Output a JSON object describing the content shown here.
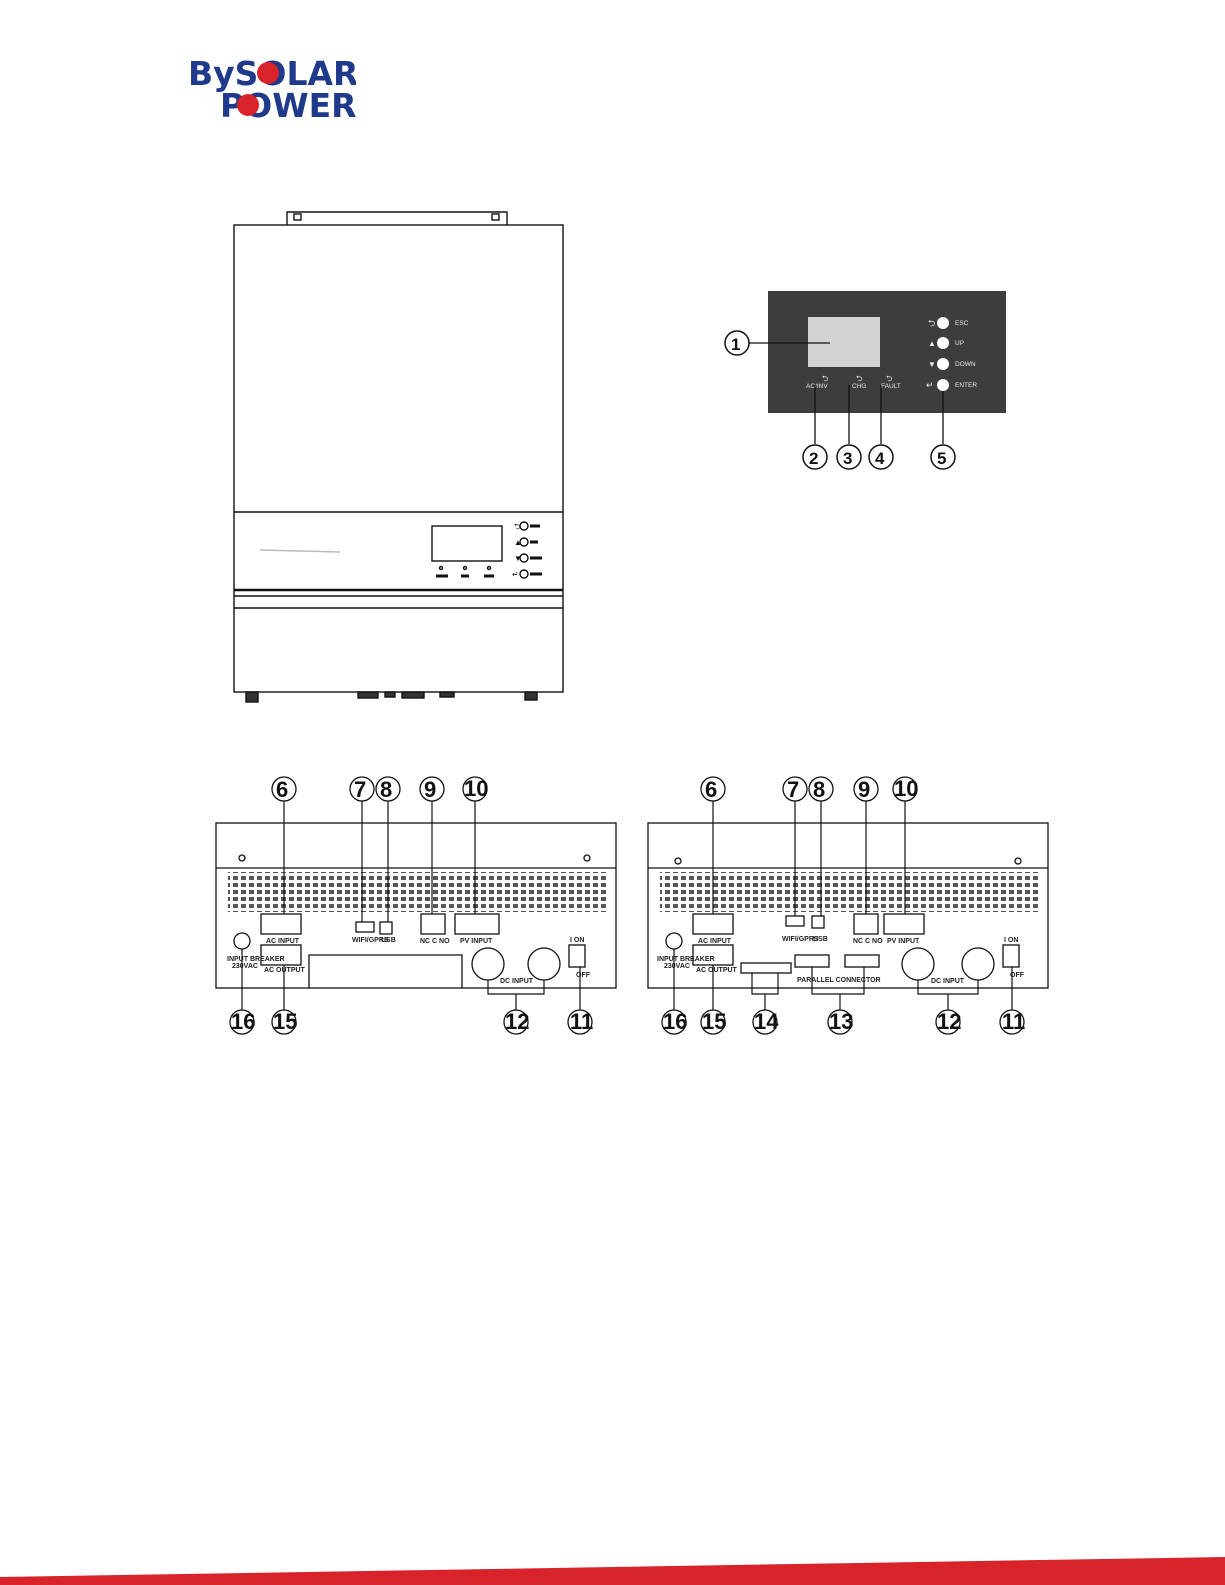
{
  "brand": {
    "line1": "BySOLAR",
    "line2": "POWER",
    "colors": {
      "blue": "#1f3a8a",
      "red": "#d8232a"
    }
  },
  "panel": {
    "buttons": [
      "ESC",
      "UP",
      "DOWN",
      "ENTER"
    ],
    "leds": [
      "AC/INV",
      "CHG",
      "FAULT"
    ],
    "callouts": [
      "1",
      "2",
      "3",
      "4",
      "5"
    ]
  },
  "rear": {
    "ac_input": "AC INPUT",
    "ac_output": "AC OUTPUT",
    "wifi": "WIFI/GPRS",
    "usb": "USB",
    "dry": "NC C NO",
    "pv_input": "PV INPUT",
    "dc_input": "DC INPUT",
    "on": "I  ON",
    "off": "OFF",
    "breaker_1": "INPUT BREAKER",
    "breaker_2": "230VAC",
    "parallel": "PARALLEL CONNECTOR",
    "callouts_left": [
      "6",
      "7",
      "8",
      "9",
      "10",
      "16",
      "15",
      "12",
      "11"
    ],
    "callouts_right": [
      "6",
      "7",
      "8",
      "9",
      "10",
      "16",
      "15",
      "14",
      "13",
      "12",
      "11"
    ]
  }
}
